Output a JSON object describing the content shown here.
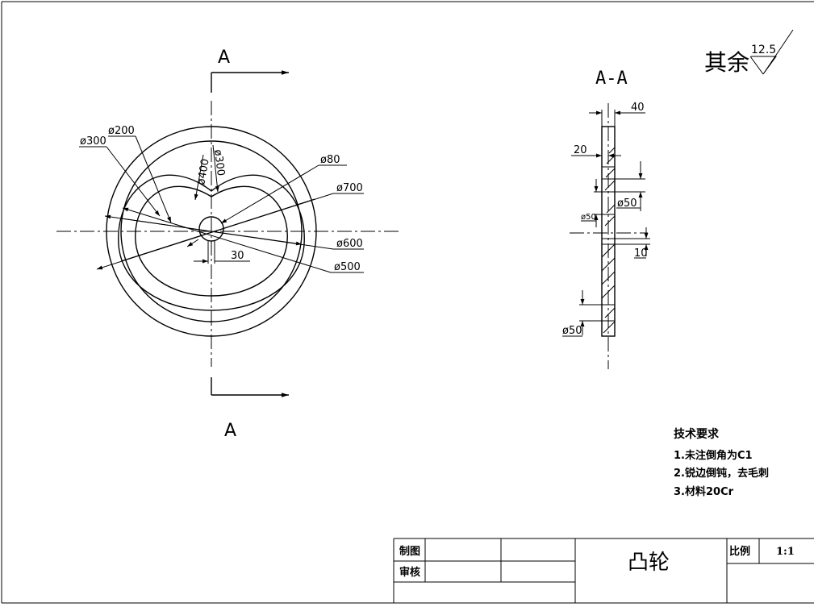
{
  "section_marks": {
    "top": "A",
    "bottom": "A",
    "view_title": "A-A"
  },
  "surface_finish": {
    "prefix": "其余",
    "value": "12.5"
  },
  "front_dims": {
    "d300_left": "ø300",
    "d200": "ø200",
    "d400": "ø400",
    "d300_vert": "ø300",
    "d80": "ø80",
    "d700": "ø700",
    "d600": "ø600",
    "d500": "ø500",
    "w30": "30"
  },
  "section_dims": {
    "t40": "40",
    "t20": "20",
    "d50_right": "ø50",
    "d50_left_small": "ø50",
    "t10": "10",
    "d50_bottom": "ø50"
  },
  "tech_requirements": {
    "title": "技术要求",
    "items": [
      "1.未注倒角为C1",
      "2.锐边倒钝，去毛刺",
      "3.材料20Cr"
    ]
  },
  "title_block": {
    "drawn_label": "制图",
    "checked_label": "审核",
    "part_name": "凸轮",
    "scale_label": "比例",
    "scale_value": "1:1"
  }
}
